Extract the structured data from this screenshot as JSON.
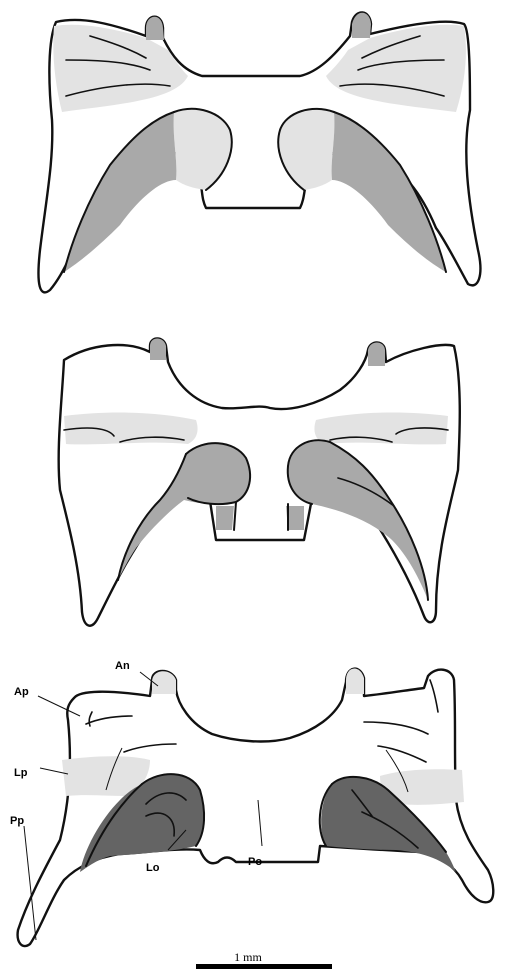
{
  "labels": {
    "An": "An",
    "Ap": "Ap",
    "Lp": "Lp",
    "Pp": "Pp",
    "Lo": "Lo",
    "Po": "Po"
  },
  "scale_bar": {
    "label": "1 mm"
  },
  "colors": {
    "outline": "#111111",
    "light_shade": "#e3e3e3",
    "mid_shade": "#a9a9a9",
    "dark_shade": "#646464"
  }
}
